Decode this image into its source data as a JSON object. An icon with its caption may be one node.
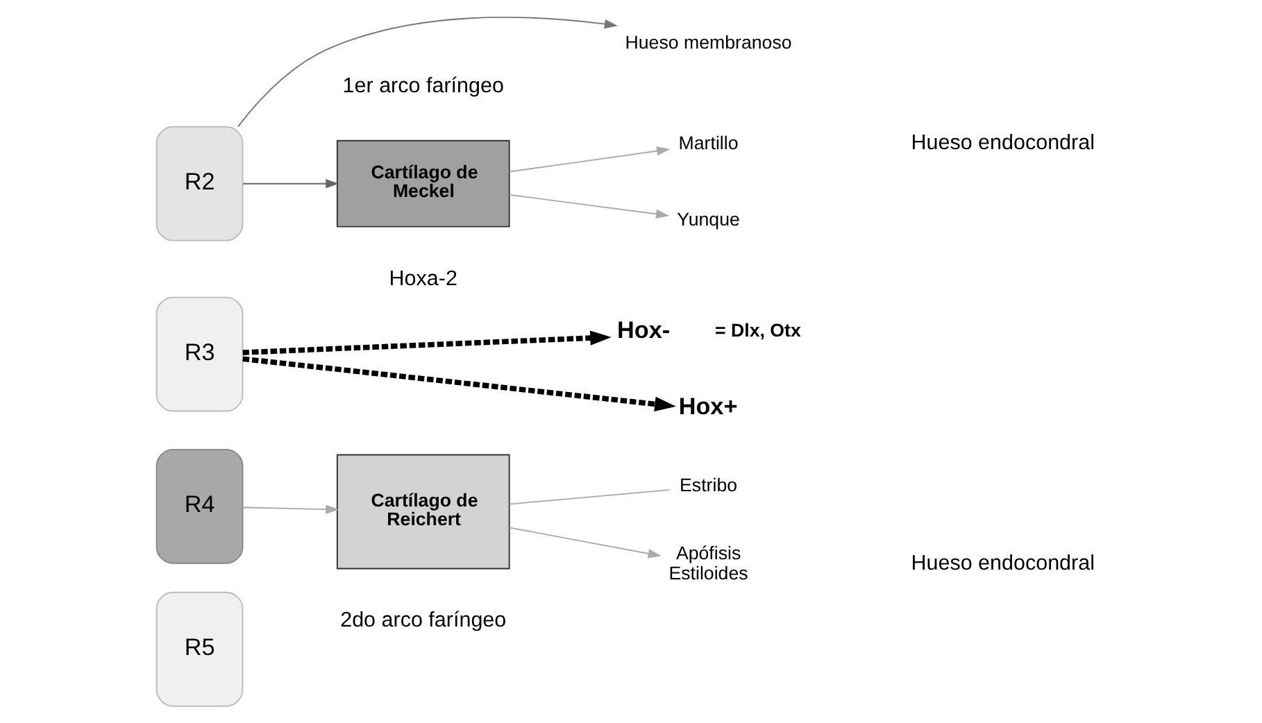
{
  "diagram": {
    "nodes": [
      {
        "text": [
          "R2"
        ]
      },
      {
        "text": [
          "R3"
        ]
      },
      {
        "text": [
          "R4"
        ]
      },
      {
        "text": [
          "R5"
        ]
      },
      {
        "text": [
          "Cartílago de Meckel"
        ]
      },
      {
        "text": [
          "Martillo"
        ]
      },
      {
        "text": [
          "Yunque"
        ]
      },
      {
        "text": [
          "Hueso membranoso"
        ]
      },
      {
        "text": [
          "Cartílago de Reichert"
        ]
      },
      {
        "text": [
          "Estribo"
        ]
      },
      {
        "text": [
          "Apófisis Estiloides"
        ]
      },
      {
        "text": [
          "Hox-"
        ],
        "beside": [
          "= Dlx, Otx"
        ]
      },
      {
        "text": [
          "Hox+"
        ]
      }
    ],
    "edges": [
      {
        "from": 0,
        "to": 7,
        "arrow": "to",
        "color": "#777777"
      },
      {
        "from": 0,
        "to": 4,
        "arrow": "to",
        "color": "#666666"
      },
      {
        "from": 4,
        "to": 5,
        "arrow": "to"
      },
      {
        "from": 4,
        "to": 6,
        "arrow": "to"
      },
      {
        "from": 1,
        "to": 11,
        "arrow": "to",
        "style": "dashed",
        "color": "#000000"
      },
      {
        "from": 1,
        "to": 12,
        "arrow": "to",
        "style": "dashed",
        "color": "#000000"
      },
      {
        "from": 2,
        "to": 8,
        "arrow": "to"
      },
      {
        "from": 8,
        "to": 9,
        "arrow": "none"
      },
      {
        "from": 8,
        "to": 10,
        "arrow": "to"
      }
    ],
    "labels": [
      "1er arco faríngeo",
      "Hueso endocondral",
      "Hoxa-2",
      "Hueso endocondral",
      "2do arco faríngeo"
    ]
  }
}
